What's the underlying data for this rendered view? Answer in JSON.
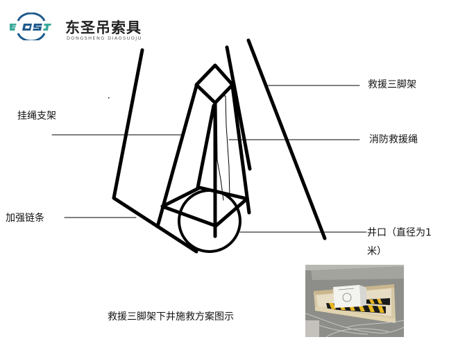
{
  "logo": {
    "mark_text": "DSJ",
    "name_cn": "东圣吊索具",
    "name_en": "DONGSHENG DIAOSUOJU",
    "colors": {
      "blue": "#1f5a8c",
      "green": "#3aa89a"
    }
  },
  "labels": {
    "tripod": "救援三脚架",
    "rope": "消防救援绳",
    "hanger": "挂绳支架",
    "chain": "加强链条",
    "well_line1": "井口（直径为1",
    "well_line2": "米）"
  },
  "caption": "救援三脚架下井施救方案图示",
  "photo": {
    "description": "wooden storage box on concrete wall containing white equipment box and yellow-black striped tripod legs"
  }
}
